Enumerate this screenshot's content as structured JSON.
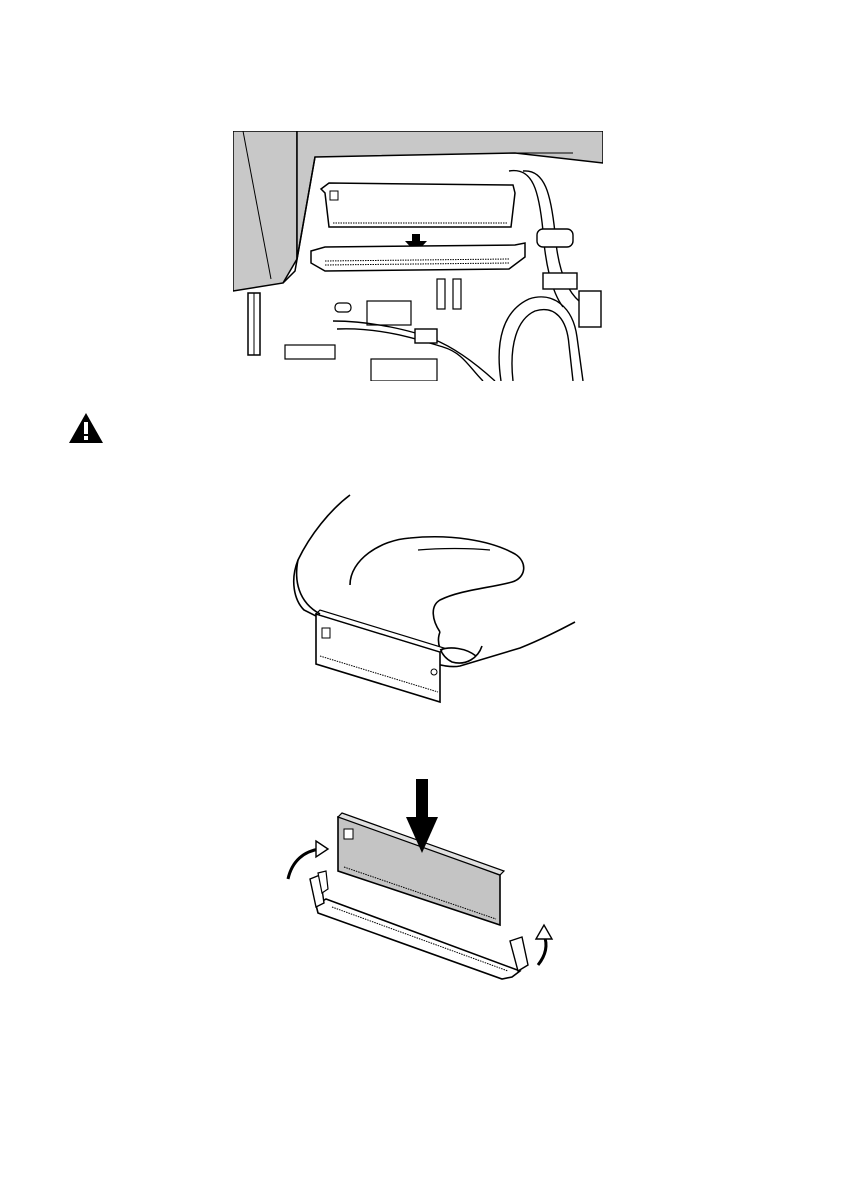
{
  "page": {
    "background": "#ffffff",
    "ink": "#000000",
    "panel_gray": "#c8c8c8",
    "module_gray": "#c4c4c4"
  },
  "figures": [
    {
      "id": "fig-install-in-chassis",
      "icon": "memory-slot-photo"
    },
    {
      "id": "fig-hold-module",
      "icon": "hand-holding-module"
    },
    {
      "id": "fig-insert-module-slot",
      "icon": "module-into-socket"
    }
  ],
  "warning": {
    "icon": "warning-triangle-icon",
    "symbol": "!"
  }
}
